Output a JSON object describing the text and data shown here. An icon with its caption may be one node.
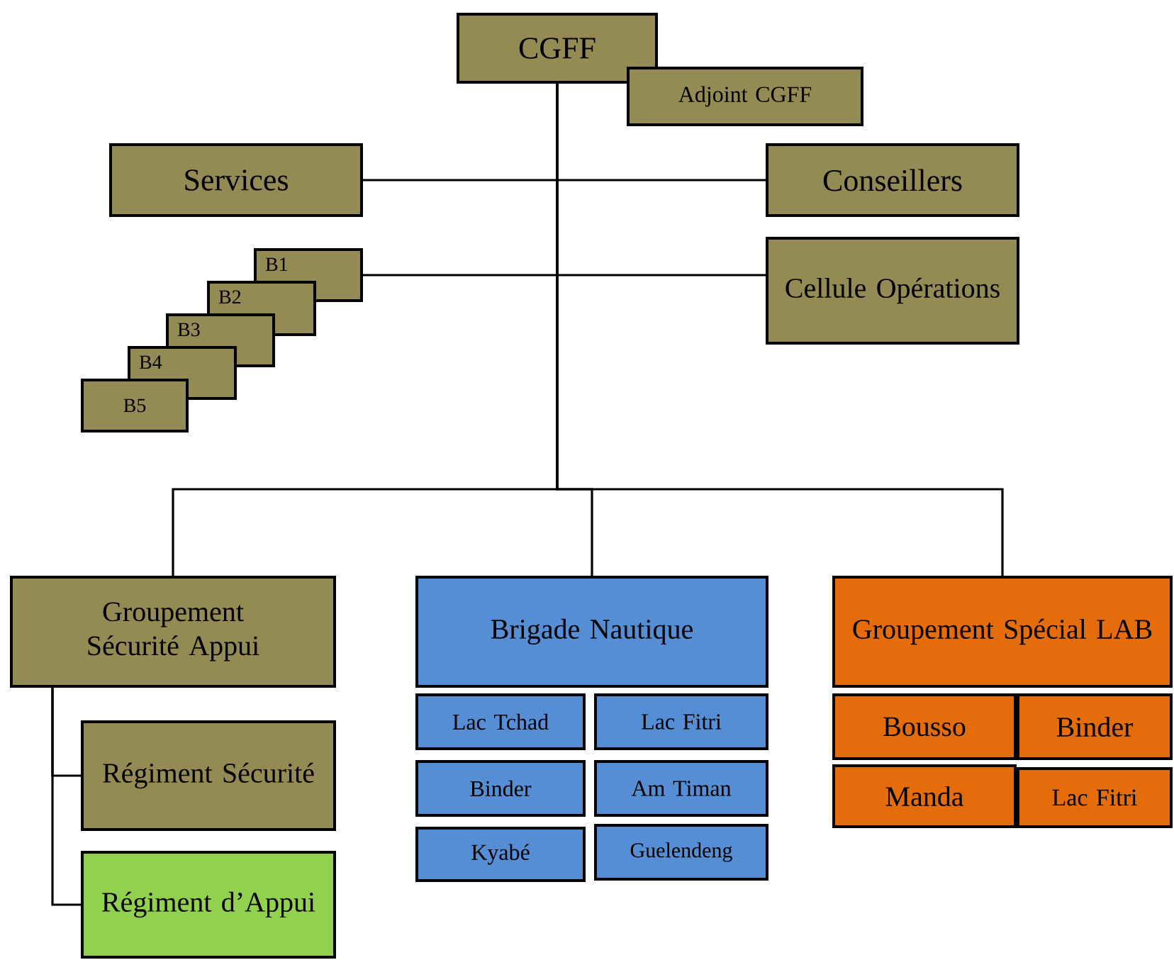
{
  "diagram": {
    "nodes": [
      {
        "text": [
          "CGFF"
        ]
      },
      {
        "text": [
          "Adjoint CGFF"
        ]
      },
      {
        "text": [
          "Services"
        ]
      },
      {
        "text": [
          "Conseillers"
        ]
      },
      {
        "text": [
          "B1"
        ]
      },
      {
        "text": [
          "B2"
        ]
      },
      {
        "text": [
          "B3"
        ]
      },
      {
        "text": [
          "B4"
        ]
      },
      {
        "text": [
          "B5"
        ]
      },
      {
        "text": [
          "Cellule Opérations"
        ]
      },
      {
        "text": [
          "Groupement Sécurité Appui"
        ]
      },
      {
        "text": [
          "Régiment Sécurité"
        ]
      },
      {
        "text": [
          "Régiment d’Appui"
        ]
      },
      {
        "text": [
          "Brigade Nautique"
        ]
      },
      {
        "text": [
          "Lac Tchad"
        ]
      },
      {
        "text": [
          "Lac Fitri"
        ]
      },
      {
        "text": [
          "Binder"
        ]
      },
      {
        "text": [
          "Am Timan"
        ]
      },
      {
        "text": [
          "Kyabé"
        ]
      },
      {
        "text": [
          "Guelendeng"
        ]
      },
      {
        "text": [
          "Groupement Spécial LAB"
        ]
      },
      {
        "text": [
          "Bousso"
        ]
      },
      {
        "text": [
          "Binder"
        ]
      },
      {
        "text": [
          "Manda"
        ]
      },
      {
        "text": [
          "Lac Fitri"
        ]
      }
    ],
    "edges": [
      {
        "from": 2,
        "to": 3,
        "arrow": "none"
      },
      {
        "from": 4,
        "to": 9,
        "arrow": "none"
      },
      {
        "from": 0,
        "to": 10,
        "arrow": "none"
      },
      {
        "from": 0,
        "to": 13,
        "arrow": "none"
      },
      {
        "from": 0,
        "to": 20,
        "arrow": "none"
      },
      {
        "from": 10,
        "to": 11,
        "arrow": "none"
      },
      {
        "from": 10,
        "to": 12,
        "arrow": "none"
      }
    ]
  }
}
